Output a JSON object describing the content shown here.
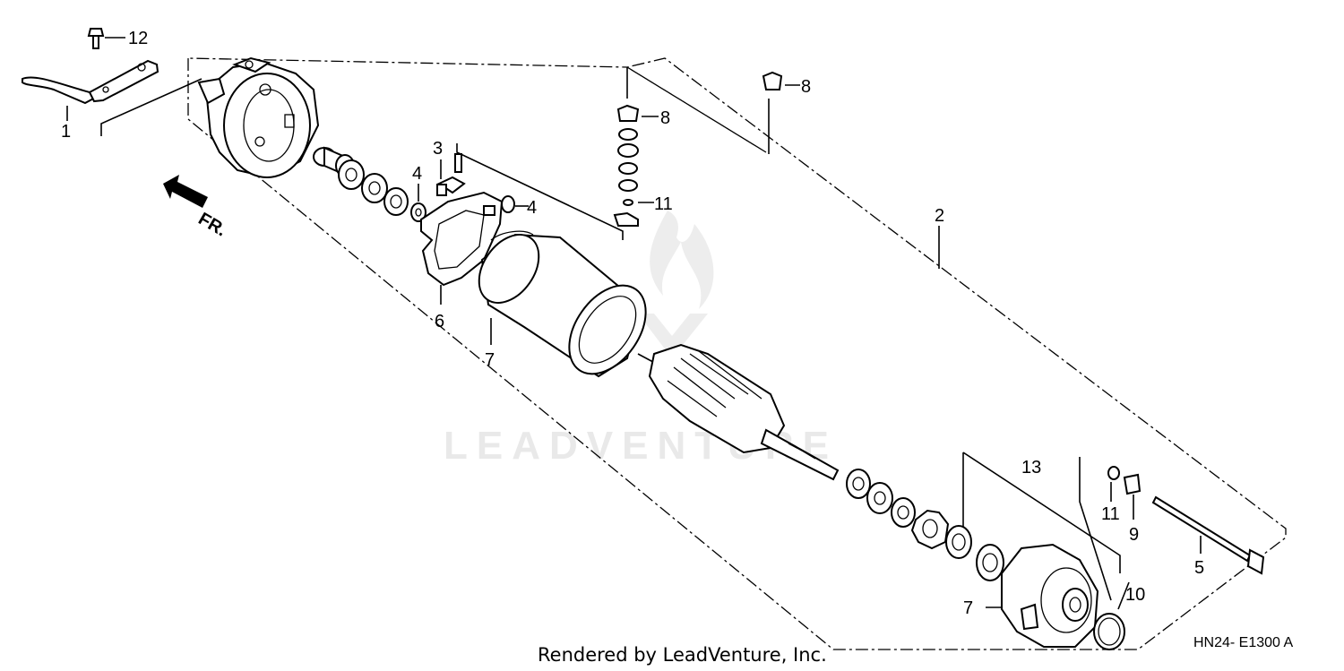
{
  "watermark": "LEADVENTURE",
  "footer": {
    "rendered_by": "Rendered by LeadVenture, Inc.",
    "diagram_code": "HN24- E1300 A"
  },
  "front_marker": "FR.",
  "callouts": [
    {
      "id": "c1",
      "label": "1"
    },
    {
      "id": "c2",
      "label": "2"
    },
    {
      "id": "c3",
      "label": "3"
    },
    {
      "id": "c4a",
      "label": "4"
    },
    {
      "id": "c4b",
      "label": "4"
    },
    {
      "id": "c5",
      "label": "5"
    },
    {
      "id": "c6",
      "label": "6"
    },
    {
      "id": "c7a",
      "label": "7"
    },
    {
      "id": "c7b",
      "label": "7"
    },
    {
      "id": "c8a",
      "label": "8"
    },
    {
      "id": "c8b",
      "label": "8"
    },
    {
      "id": "c9",
      "label": "9"
    },
    {
      "id": "c10",
      "label": "10"
    },
    {
      "id": "c11a",
      "label": "11"
    },
    {
      "id": "c11b",
      "label": "11"
    },
    {
      "id": "c12",
      "label": "12"
    },
    {
      "id": "c13",
      "label": "13"
    }
  ]
}
